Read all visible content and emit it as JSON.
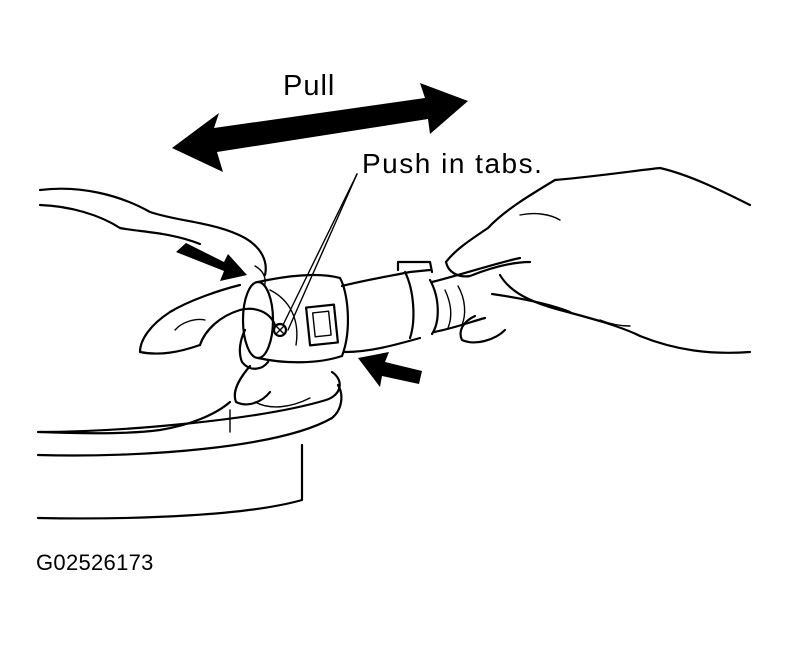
{
  "labels": {
    "pull": "Pull",
    "push_in_tabs": "Push in tabs.",
    "figure_id": "G02526173"
  },
  "colors": {
    "ink": "#000000",
    "paper": "#ffffff"
  }
}
